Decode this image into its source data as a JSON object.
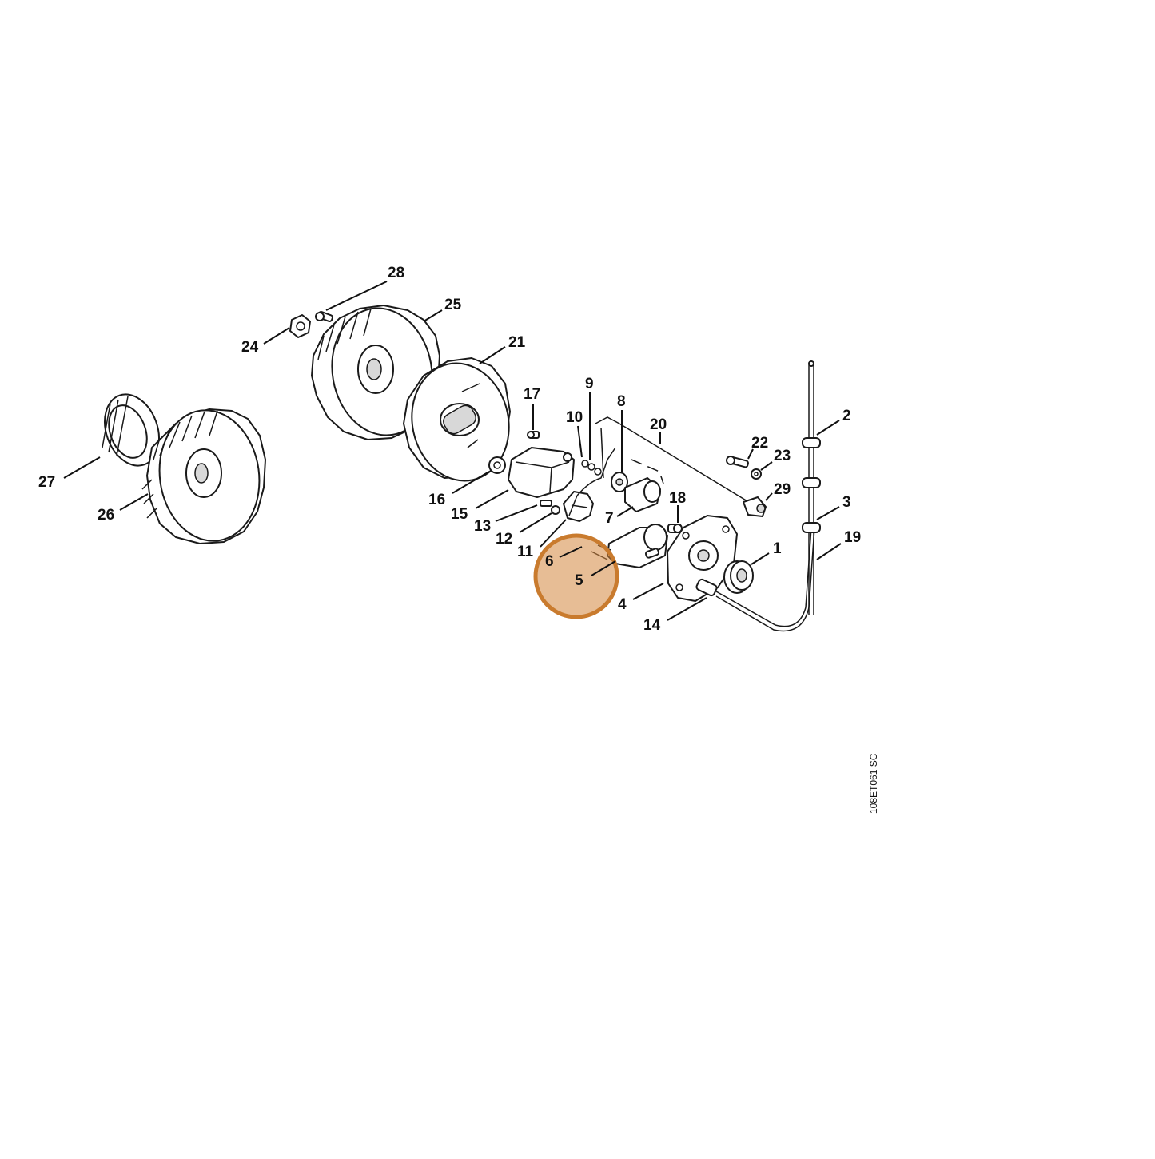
{
  "diagram": {
    "drawing_id": "108ET061 SC",
    "highlight_color": "#d3873e",
    "callouts": [
      {
        "id": "1",
        "label": "1"
      },
      {
        "id": "2",
        "label": "2"
      },
      {
        "id": "3",
        "label": "3"
      },
      {
        "id": "4",
        "label": "4"
      },
      {
        "id": "5",
        "label": "5"
      },
      {
        "id": "6",
        "label": "6"
      },
      {
        "id": "7",
        "label": "7"
      },
      {
        "id": "8",
        "label": "8"
      },
      {
        "id": "9",
        "label": "9"
      },
      {
        "id": "10",
        "label": "10"
      },
      {
        "id": "11",
        "label": "11"
      },
      {
        "id": "12",
        "label": "12"
      },
      {
        "id": "13",
        "label": "13"
      },
      {
        "id": "14",
        "label": "14"
      },
      {
        "id": "15",
        "label": "15"
      },
      {
        "id": "16",
        "label": "16"
      },
      {
        "id": "17",
        "label": "17"
      },
      {
        "id": "18",
        "label": "18"
      },
      {
        "id": "19",
        "label": "19"
      },
      {
        "id": "20",
        "label": "20"
      },
      {
        "id": "21",
        "label": "21"
      },
      {
        "id": "22",
        "label": "22"
      },
      {
        "id": "23",
        "label": "23"
      },
      {
        "id": "24",
        "label": "24"
      },
      {
        "id": "25",
        "label": "25"
      },
      {
        "id": "26",
        "label": "26"
      },
      {
        "id": "27",
        "label": "27"
      },
      {
        "id": "28",
        "label": "28"
      },
      {
        "id": "29",
        "label": "29"
      }
    ]
  }
}
